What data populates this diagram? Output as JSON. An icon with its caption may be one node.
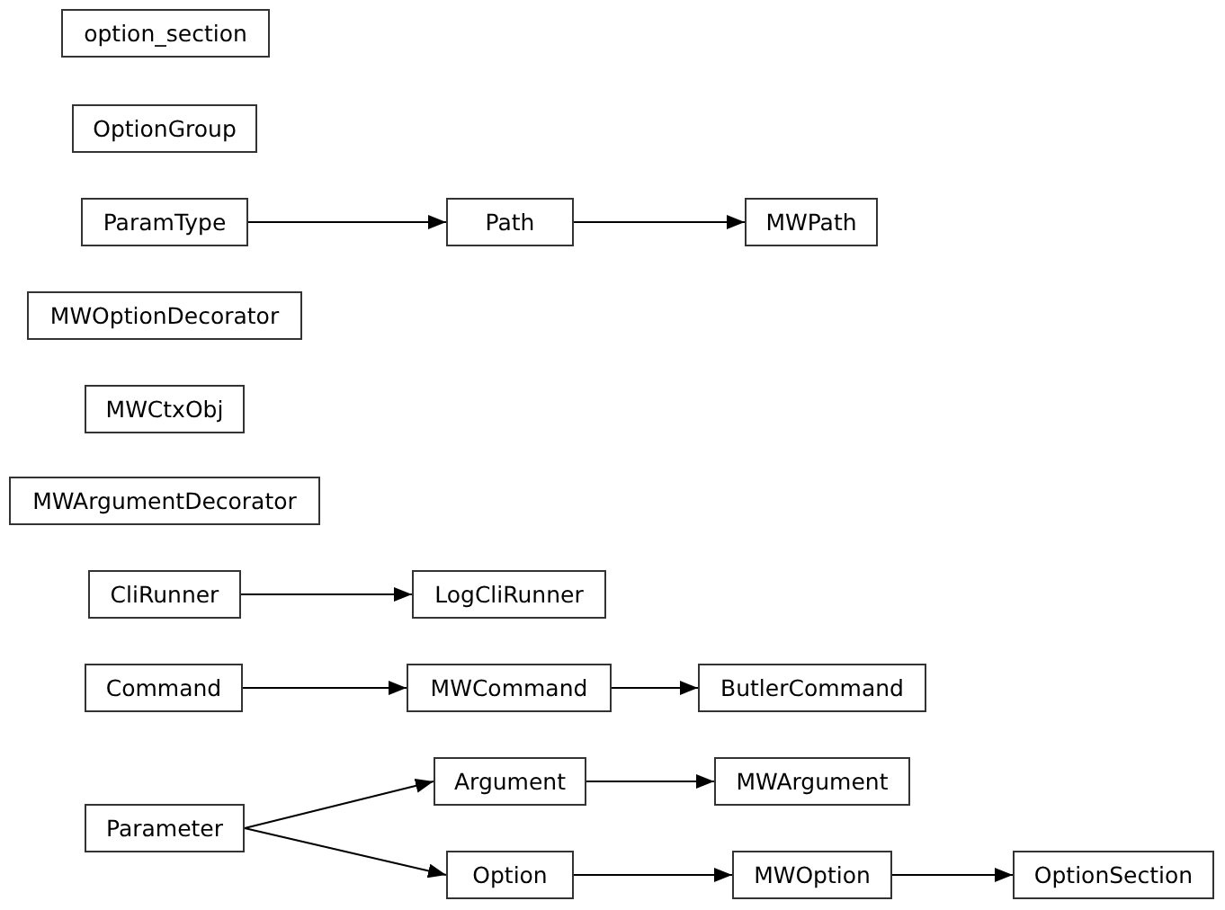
{
  "diagram": {
    "nodes": [
      {
        "text": [
          "option_section"
        ]
      },
      {
        "text": [
          "OptionGroup"
        ]
      },
      {
        "text": [
          "ParamType"
        ]
      },
      {
        "text": [
          "Path"
        ]
      },
      {
        "text": [
          "MWPath"
        ]
      },
      {
        "text": [
          "MWOptionDecorator"
        ]
      },
      {
        "text": [
          "MWCtxObj"
        ]
      },
      {
        "text": [
          "MWArgumentDecorator"
        ]
      },
      {
        "text": [
          "CliRunner"
        ]
      },
      {
        "text": [
          "LogCliRunner"
        ]
      },
      {
        "text": [
          "Command"
        ]
      },
      {
        "text": [
          "MWCommand"
        ]
      },
      {
        "text": [
          "ButlerCommand"
        ]
      },
      {
        "text": [
          "Parameter"
        ]
      },
      {
        "text": [
          "Argument"
        ]
      },
      {
        "text": [
          "MWArgument"
        ]
      },
      {
        "text": [
          "Option"
        ]
      },
      {
        "text": [
          "MWOption"
        ]
      },
      {
        "text": [
          "OptionSection"
        ]
      }
    ],
    "edges": [
      {
        "from": 2,
        "to": 3,
        "arrow": "to"
      },
      {
        "from": 3,
        "to": 4,
        "arrow": "to"
      },
      {
        "from": 8,
        "to": 9,
        "arrow": "to"
      },
      {
        "from": 10,
        "to": 11,
        "arrow": "to"
      },
      {
        "from": 11,
        "to": 12,
        "arrow": "to"
      },
      {
        "from": 13,
        "to": 14,
        "arrow": "to"
      },
      {
        "from": 13,
        "to": 16,
        "arrow": "to"
      },
      {
        "from": 14,
        "to": 15,
        "arrow": "to"
      },
      {
        "from": 16,
        "to": 17,
        "arrow": "to"
      },
      {
        "from": 17,
        "to": 18,
        "arrow": "to"
      }
    ]
  }
}
